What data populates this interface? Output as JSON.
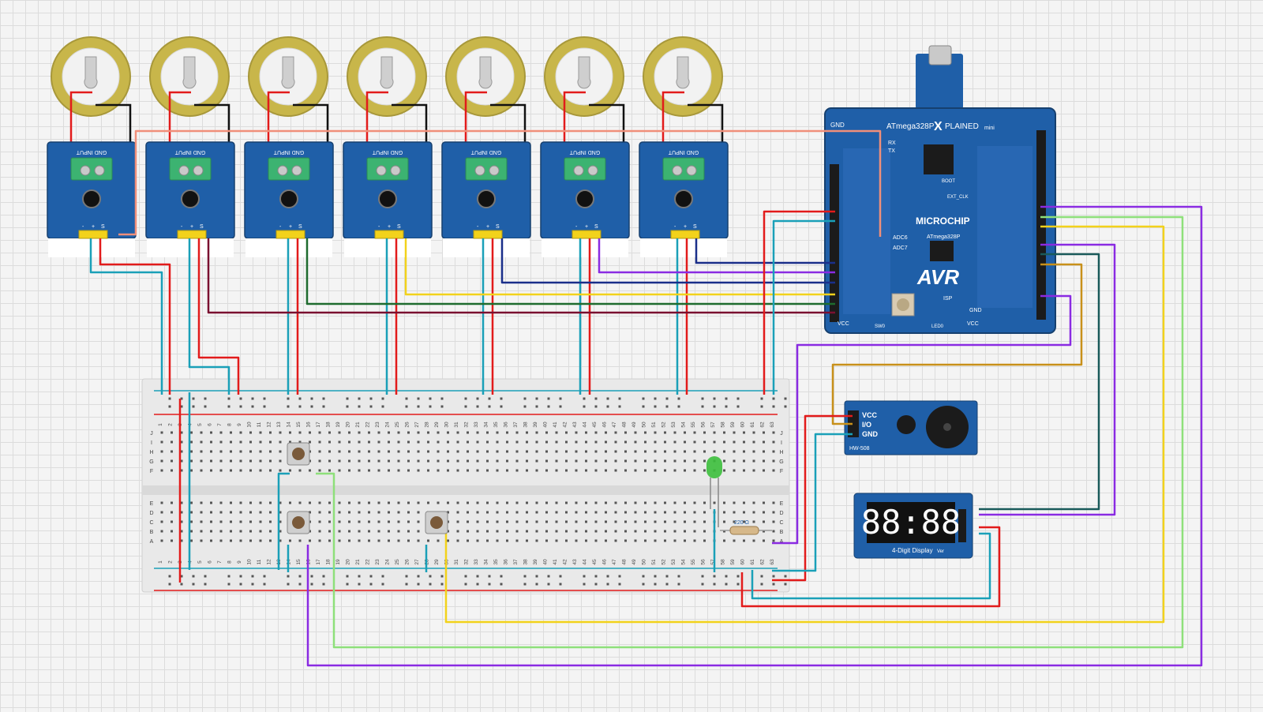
{
  "palette": {
    "board_blue": "#1f5fa8",
    "board_dark": "#16406f",
    "terminal_green": "#3cb371",
    "piezo_gold": "#c8b64a",
    "wire_red": "#e21b1b",
    "wire_black": "#111111",
    "wire_teal": "#1aa0b8",
    "wire_yellow": "#f2d21b",
    "wire_purple": "#8a2be2",
    "wire_green": "#8ee07a",
    "wire_navy": "#1a2f8a",
    "wire_darkgreen": "#1e6b2e",
    "wire_maroon": "#7a1030",
    "wire_orange": "#c8901a",
    "wire_salmon": "#f08f7a",
    "led_green": "#3cbf3c"
  },
  "sensor_module": {
    "terminal_label": "GND INPUT",
    "pin_labels": [
      "-",
      "+",
      "S"
    ]
  },
  "microcontroller": {
    "title_prefix": "ATmega328P",
    "title_x": "X",
    "title_suffix": "PLAINED",
    "mini": "mini",
    "brand": "MICROCHIP",
    "chip_label": "ATmega328P",
    "avr": "AVR",
    "gnd": "GND",
    "vcc": "VCC",
    "rx": "RX",
    "tx": "TX",
    "adc6": "ADC6",
    "adc7": "ADC7",
    "sw0": "SW0",
    "led0": "LED0",
    "isp": "ISP",
    "ext_clk": "EXT_CLK",
    "vboot": "BOOT"
  },
  "buzzer": {
    "pins": [
      "VCC",
      "I/O",
      "GND"
    ],
    "model": "HW-508"
  },
  "display": {
    "digits": "88:88",
    "caption": "4-Digit Display",
    "sub": "Ver"
  },
  "breadboard": {
    "col_numbers": [
      "1",
      "2",
      "3",
      "4",
      "5",
      "6",
      "7",
      "8",
      "9",
      "10",
      "11",
      "12",
      "13",
      "14",
      "15",
      "16",
      "17",
      "18",
      "19",
      "20",
      "21",
      "22",
      "23",
      "24",
      "25",
      "26",
      "27",
      "28",
      "29",
      "30",
      "31",
      "32",
      "33",
      "34",
      "35",
      "36",
      "37",
      "38",
      "39",
      "40",
      "41",
      "42",
      "43",
      "44",
      "45",
      "46",
      "47",
      "48",
      "49",
      "50",
      "51",
      "52",
      "53",
      "54",
      "55",
      "56",
      "57",
      "58",
      "59",
      "60",
      "61",
      "62",
      "63"
    ],
    "rows_top": [
      "J",
      "I",
      "H",
      "G",
      "F"
    ],
    "rows_bottom": [
      "E",
      "D",
      "C",
      "B",
      "A"
    ]
  },
  "resistor_label": "220 Ω"
}
